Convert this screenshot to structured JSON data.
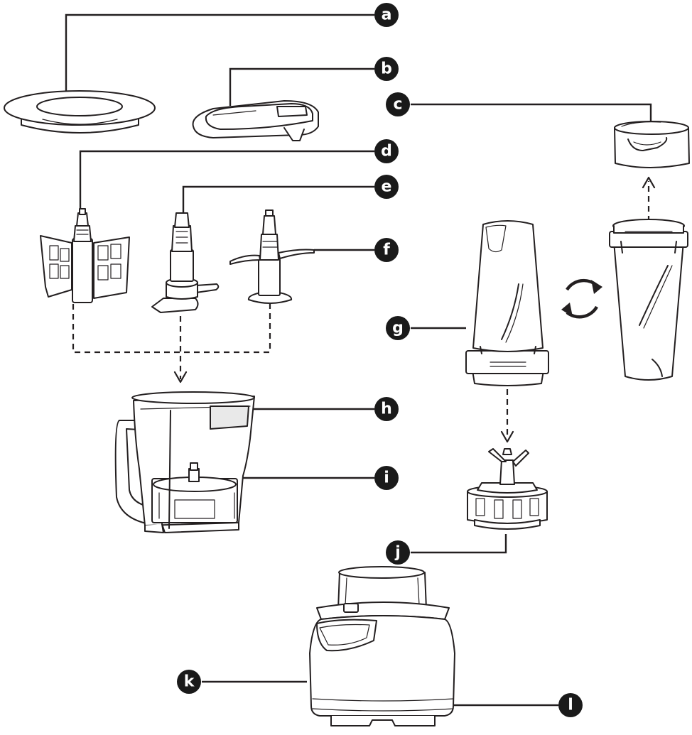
{
  "callouts": [
    {
      "letter": "a"
    },
    {
      "letter": "b"
    },
    {
      "letter": "c"
    },
    {
      "letter": "d"
    },
    {
      "letter": "e"
    },
    {
      "letter": "f"
    },
    {
      "letter": "g"
    },
    {
      "letter": "h"
    },
    {
      "letter": "i"
    },
    {
      "letter": "j"
    },
    {
      "letter": "k"
    },
    {
      "letter": "l"
    }
  ],
  "colors": {
    "ink": "#231f20",
    "badge": "#1a1a1a",
    "badge_text": "#ffffff",
    "background": "#ffffff"
  }
}
